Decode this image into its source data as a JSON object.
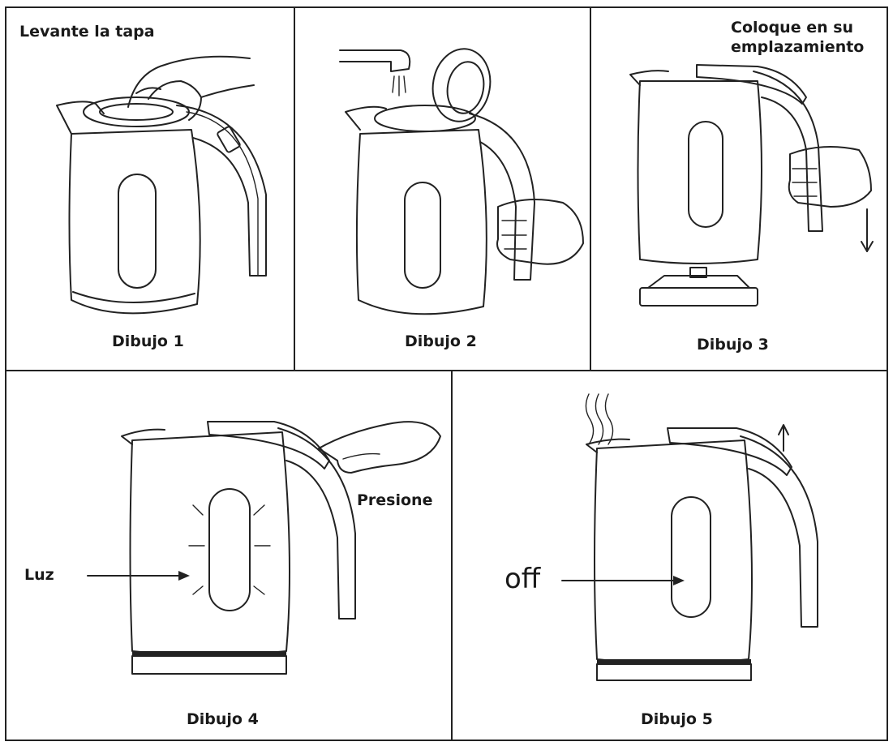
{
  "panels": [
    {
      "caption": "Dibujo 1",
      "label": "Levante la tapa"
    },
    {
      "caption": "Dibujo 2"
    },
    {
      "caption": "Dibujo 3",
      "label_lines": [
        "Coloque en su",
        "emplazamiento"
      ]
    },
    {
      "caption": "Dibujo 4",
      "label_press": "Presione",
      "label_light": "Luz"
    },
    {
      "caption": "Dibujo 5",
      "label_off": "off"
    }
  ],
  "colors": {
    "line": "#222222",
    "background": "#ffffff"
  }
}
